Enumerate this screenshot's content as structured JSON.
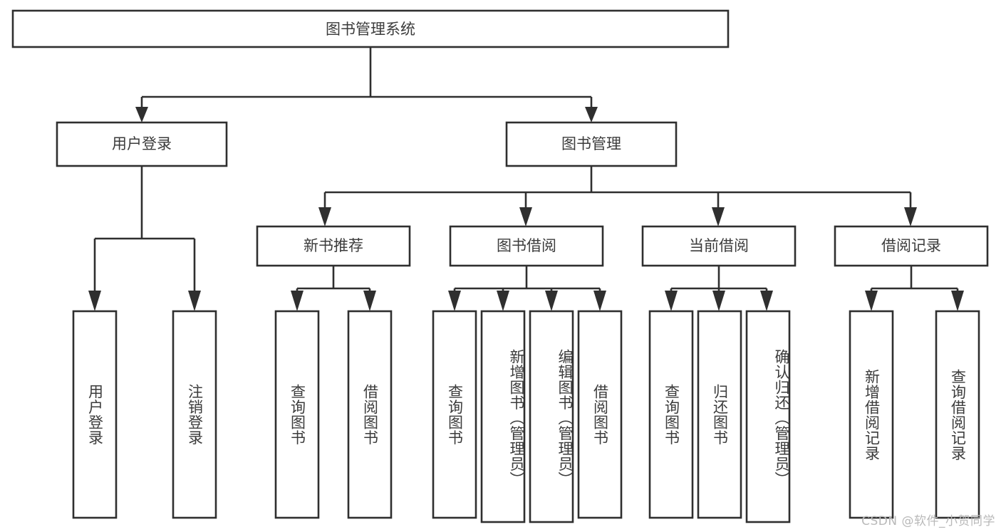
{
  "diagram": {
    "title": "图书管理系统",
    "watermark": "CSDN @软件_小贺同学",
    "colors": {
      "stroke": "#2f2f2f",
      "text": "#3b3b3b",
      "background": "#ffffff",
      "watermark": "#b9b9b9"
    },
    "root": {
      "label": "图书管理系统"
    },
    "level2": [
      {
        "label": "用户登录"
      },
      {
        "label": "图书管理"
      }
    ],
    "level3": [
      {
        "label": "新书推荐"
      },
      {
        "label": "图书借阅"
      },
      {
        "label": "当前借阅"
      },
      {
        "label": "借阅记录"
      }
    ],
    "leaves": {
      "user_login": [
        {
          "label": "用户登录"
        },
        {
          "label": "注销登录"
        }
      ],
      "new_book_recommend": [
        {
          "label": "查询图书"
        },
        {
          "label": "借阅图书"
        }
      ],
      "book_borrow": [
        {
          "label": "查询图书"
        },
        {
          "label": "新增图书（管理员）"
        },
        {
          "label": "编辑图书（管理员）"
        },
        {
          "label": "借阅图书"
        }
      ],
      "current_borrow": [
        {
          "label": "查询图书"
        },
        {
          "label": "归还图书"
        },
        {
          "label": "确认归还（管理员）"
        }
      ],
      "borrow_record": [
        {
          "label": "新增借阅记录"
        },
        {
          "label": "查询借阅记录"
        }
      ]
    }
  }
}
